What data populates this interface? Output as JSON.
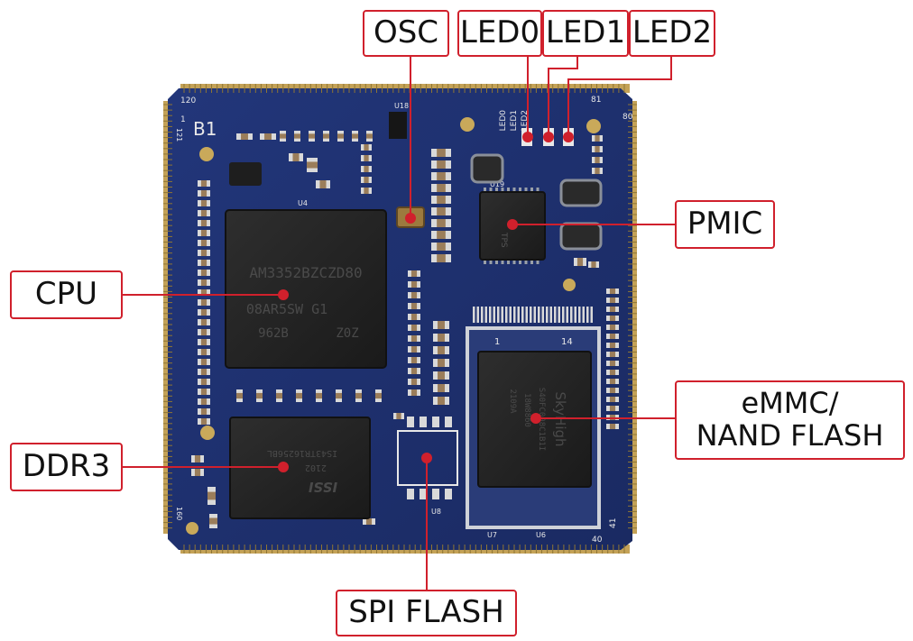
{
  "colors": {
    "accent": "#d0202c",
    "pcb": "#1d2f6d",
    "pad_gold": "#c4a257",
    "chip": "#262626"
  },
  "labels": {
    "osc": "OSC",
    "led0": "LED0",
    "led1": "LED1",
    "led2": "LED2",
    "pmic": "PMIC",
    "cpu": "CPU",
    "ddr3": "DDR3",
    "emmc_line1": "eMMC/",
    "emmc_line2": "NAND FLASH",
    "spi_flash": "SPI FLASH"
  },
  "board": {
    "silk_b1": "B1",
    "cpu_line1": "AM3352BZCZD80",
    "cpu_line2": "08AR5SW G1",
    "cpu_line3": "962B",
    "cpu_line4": "Z0Z",
    "cpu_ref": "U4",
    "ddr_brand": "ISSI",
    "ddr_line1": "IS43TR16256BL",
    "ddr_line2": "2102",
    "flash_brand": "SkyHigh",
    "flash_line1": "S40FC008C1B1I",
    "flash_line2": "18W8860",
    "flash_line3": "2109A",
    "flash_pin1": "1",
    "flash_pin14": "14",
    "pmic_mark": "TPS",
    "pmic_ref": "U19",
    "osc_ref": "U18",
    "emmc_ref_a": "U7",
    "emmc_ref_b": "U6",
    "spi_ref": "U8",
    "led_silk": [
      "LED0",
      "LED1",
      "LED2"
    ],
    "corner_120": "120",
    "corner_81": "81",
    "corner_80": "80",
    "corner_1": "1",
    "corner_41": "41",
    "corner_40": "40",
    "corner_121": "121",
    "corner_160": "160"
  }
}
